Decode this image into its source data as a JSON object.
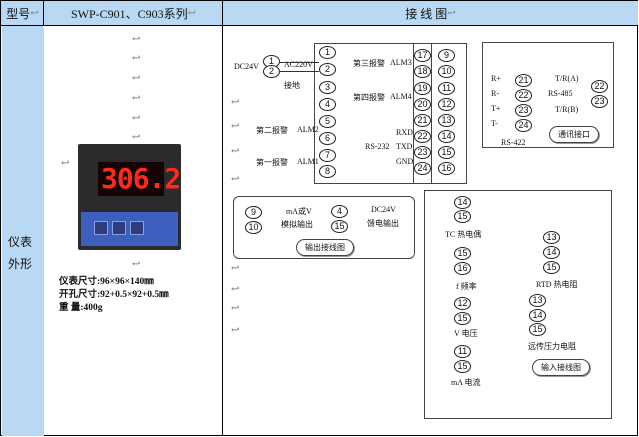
{
  "header": {
    "col1": "型号",
    "col2": "SWP-C901、C903系列",
    "col3": "接 线 图"
  },
  "left_label": [
    "仪表",
    "外形"
  ],
  "meter": {
    "display": "306.2"
  },
  "specs": {
    "size": "仪表尺寸:96×96×140㎜",
    "cutout": "开孔尺寸:92+0.5×92+0.5㎜",
    "weight": "重     量:400g"
  },
  "wiring": {
    "power": {
      "dc": "DC24V",
      "ac": "AC220V",
      "ground": "接地"
    },
    "alarms": {
      "a1": "第一报警",
      "a2": "第二报警",
      "a3": "第三报警",
      "a4": "第四报警",
      "alm1": "ALM1",
      "alm2": "ALM2",
      "alm3": "ALM3",
      "alm4": "ALM4"
    },
    "comm": {
      "rxd": "RXD",
      "txd": "TXD",
      "gnd": "GND",
      "rs232": "RS-232",
      "rs485": "RS-485",
      "rs422": "RS-422",
      "tra": "T/R(A)",
      "trb": "T/R(B)",
      "r1": "R+",
      "r2": "R-",
      "t1": "T+",
      "t2": "T-",
      "title": "通讯接口"
    },
    "output": {
      "ma": "mA或V",
      "analog": "模拟输出",
      "dc24": "DC24V",
      "feed": "馈电输出",
      "title": "输出接线图"
    },
    "input": {
      "tc": "TC 热电偶",
      "freq": "f 频率",
      "volt": "V 电压",
      "ma": "mA 电流",
      "rtd": "RTD 热电阻",
      "remote": "远传压力电阻",
      "title": "输入接线图"
    },
    "terminals_left": [
      "1",
      "2",
      "3",
      "4",
      "5",
      "6",
      "7",
      "8"
    ],
    "terminals_mid": [
      "17",
      "18",
      "19",
      "20",
      "21",
      "22",
      "23",
      "24"
    ],
    "terminals_right": [
      "9",
      "10",
      "11",
      "12",
      "13",
      "14",
      "15",
      "16"
    ]
  }
}
